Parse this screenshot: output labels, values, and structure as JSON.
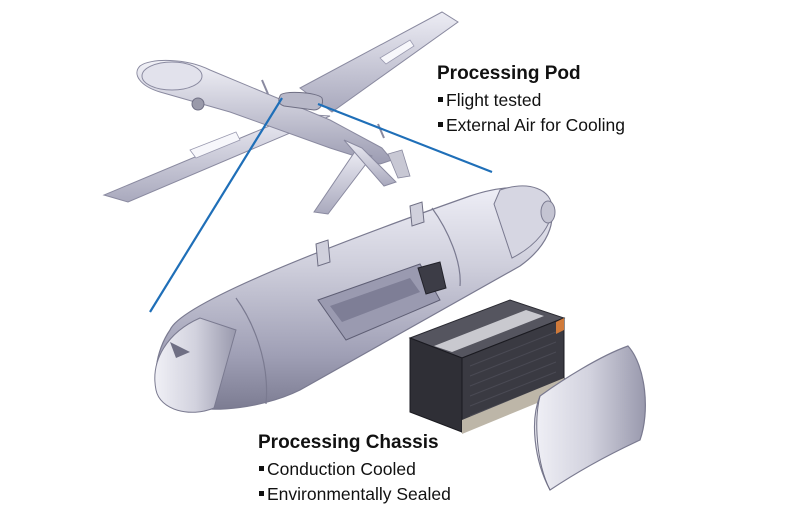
{
  "pod": {
    "title": "Processing Pod",
    "bullets": [
      "Flight tested",
      "External Air for Cooling"
    ]
  },
  "chassis": {
    "title": "Processing Chassis",
    "bullets": [
      "Conduction Cooled",
      "Environmentally Sealed"
    ]
  },
  "colors": {
    "leader_line": "#1f6fb8",
    "metal_light": "#e6e6f0",
    "metal_mid": "#b4b4c6",
    "metal_dark": "#8a8aa0",
    "chassis_dark": "#3a3a42",
    "chassis_strip": "#c9c9cf"
  }
}
